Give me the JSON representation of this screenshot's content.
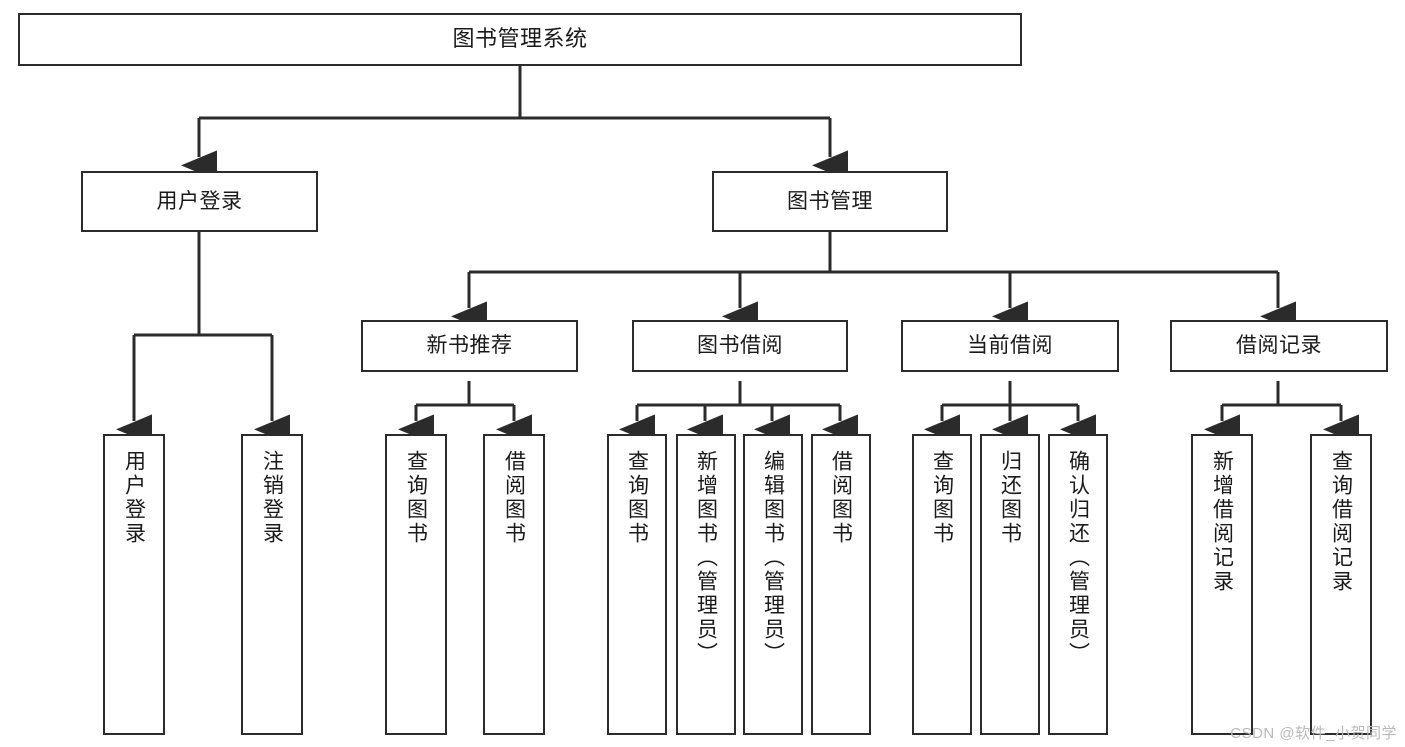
{
  "diagram": {
    "title": "图书管理系统",
    "type": "tree-hierarchy-chart",
    "colors": {
      "background": "#ffffff",
      "node_fill": "#ffffff",
      "node_border": "#2b2b2b",
      "edge": "#2b2b2b",
      "text": "#1a1a1a",
      "watermark": "#b9b9b9"
    },
    "root": {
      "label": "图书管理系统"
    },
    "level2": [
      {
        "label": "用户登录"
      },
      {
        "label": "图书管理"
      }
    ],
    "level3": [
      {
        "label": "新书推荐"
      },
      {
        "label": "图书借阅"
      },
      {
        "label": "当前借阅"
      },
      {
        "label": "借阅记录"
      }
    ],
    "leaves": {
      "user_login": [
        {
          "label": "用户登录"
        },
        {
          "label": "注销登录"
        }
      ],
      "new_book_recommend": [
        {
          "label": "查询图书"
        },
        {
          "label": "借阅图书"
        }
      ],
      "book_borrow": [
        {
          "label": "查询图书"
        },
        {
          "label": "新增图书（管理员）"
        },
        {
          "label": "编辑图书（管理员）"
        },
        {
          "label": "借阅图书"
        }
      ],
      "current_borrow": [
        {
          "label": "查询图书"
        },
        {
          "label": "归还图书"
        },
        {
          "label": "确认归还（管理员）"
        }
      ],
      "borrow_record": [
        {
          "label": "新增借阅记录"
        },
        {
          "label": "查询借阅记录"
        }
      ]
    },
    "watermark": "CSDN @软件_小贺同学"
  }
}
